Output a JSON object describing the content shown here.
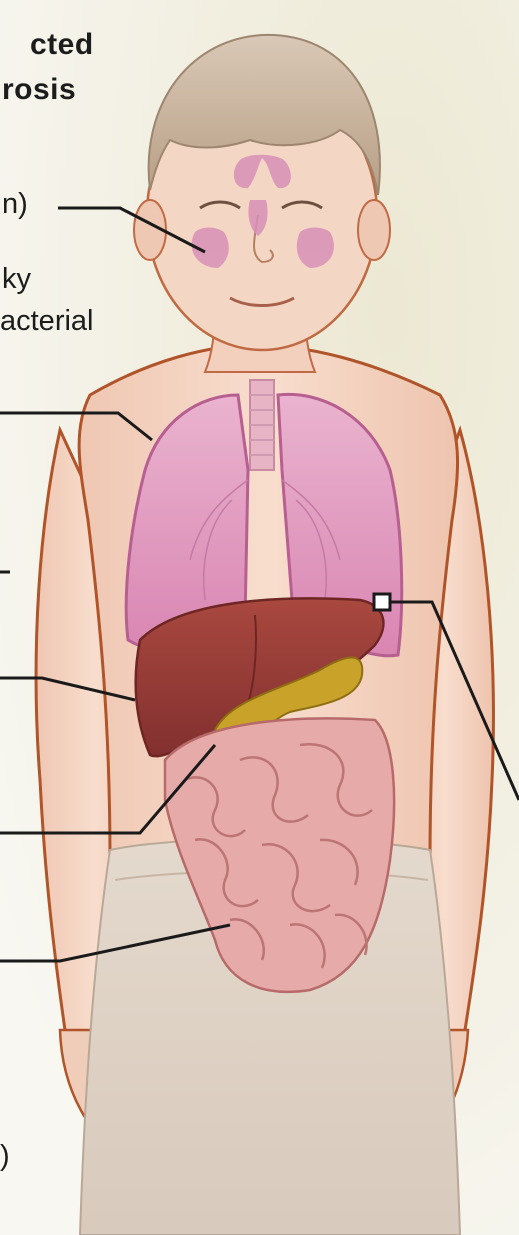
{
  "title_lines": [
    "cted",
    "rosis"
  ],
  "labels": {
    "sinus_fragment": "n)",
    "mucus_line1": "ky",
    "mucus_line2": "acterial",
    "bottom_fragment": ")"
  },
  "colors": {
    "background": "#f6f4ec",
    "skin": "#f2d3c0",
    "skin_outline": "#b0542a",
    "hair": "#cdb9a4",
    "lungs": "#e6a4c5",
    "liver": "#9c3b39",
    "pancreas": "#c9a22a",
    "intestines": "#e3a3a3",
    "pants": "#e2d6c9",
    "leader_line": "#1a1a1a"
  },
  "parts": [
    "sinuses",
    "lungs",
    "liver",
    "pancreas",
    "intestines",
    "skin"
  ]
}
